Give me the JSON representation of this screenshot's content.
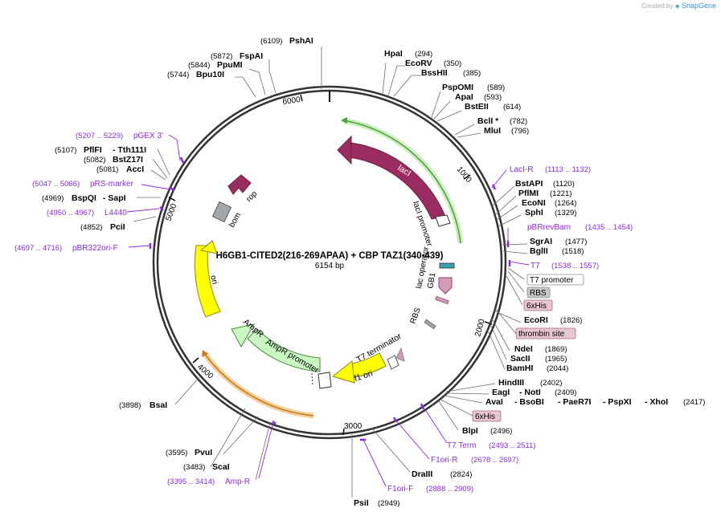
{
  "credit": {
    "prefix": "Created by",
    "brand": "SnapGene"
  },
  "plasmid": {
    "name": "H6GB1-CITED2(216-269APAA) + CBP TAZ1(340-439)",
    "length": "6154 bp"
  },
  "ruler": [
    {
      "label": "1000"
    },
    {
      "label": "2000"
    },
    {
      "label": "3000"
    },
    {
      "label": "4000"
    },
    {
      "label": "5000"
    },
    {
      "label": "6000"
    }
  ],
  "features": [
    {
      "name": "lacI",
      "color": "#9b2c61",
      "kind": "arc"
    },
    {
      "name": "lacI promoter",
      "color": "#ffffff",
      "kind": "arrowlabel"
    },
    {
      "name": "rop",
      "color": "#9b2c61",
      "kind": "arrow"
    },
    {
      "name": "bom",
      "color": "#a4a8ad",
      "kind": "box"
    },
    {
      "name": "ori",
      "color": "#ffff00",
      "kind": "arc"
    },
    {
      "name": "AmpR",
      "color": "#c9f7c3",
      "kind": "arc"
    },
    {
      "name": "AmpR promoter",
      "color": "#ffffff",
      "kind": "arrowlabel"
    },
    {
      "name": "f1 ori",
      "color": "#ffff00",
      "kind": "arc"
    },
    {
      "name": "T7 terminator",
      "color": "#a0a0a0",
      "kind": "mark"
    },
    {
      "name": "lac operator",
      "color": "#33a3a3",
      "kind": "mark"
    },
    {
      "name": "GB1",
      "color": "#d49ab8",
      "kind": "arrow"
    },
    {
      "name": "RBS",
      "color": "#a4a8ad",
      "kind": "mark"
    }
  ],
  "enzymes": [
    {
      "name": "PshAI",
      "pos": "(6109)"
    },
    {
      "name": "FspAI",
      "pos": "(5872)"
    },
    {
      "name": "PpuMI",
      "pos": "(5844)"
    },
    {
      "name": "Bpu10I",
      "pos": "(5744)"
    },
    {
      "name": "HpaI",
      "pos": "(294)"
    },
    {
      "name": "EcoRV",
      "pos": "(350)"
    },
    {
      "name": "BssHII",
      "pos": "(385)"
    },
    {
      "name": "PspOMI",
      "pos": "(589)"
    },
    {
      "name": "ApaI",
      "pos": "(593)"
    },
    {
      "name": "BstEII",
      "pos": "(614)"
    },
    {
      "name": "BclI *",
      "pos": "(782)"
    },
    {
      "name": "MluI",
      "pos": "(796)"
    },
    {
      "name": "BstAPI",
      "pos": "(1120)"
    },
    {
      "name": "PflMI",
      "pos": "(1221)"
    },
    {
      "name": "EcoNI",
      "pos": "(1264)"
    },
    {
      "name": "SphI",
      "pos": "(1329)"
    },
    {
      "name": "SgrAI",
      "pos": "(1477)"
    },
    {
      "name": "BglII",
      "pos": "(1518)"
    },
    {
      "name": "EcoRI",
      "pos": "(1826)"
    },
    {
      "name": "NdeI",
      "pos": "(1869)"
    },
    {
      "name": "SacII",
      "pos": "(1965)"
    },
    {
      "name": "BamHI",
      "pos": "(2044)"
    },
    {
      "name": "HindIII",
      "pos": "(2402)"
    },
    {
      "name": "BlpI",
      "pos": "(2496)"
    },
    {
      "name": "DraIII",
      "pos": "(2824)"
    },
    {
      "name": "PsiI",
      "pos": "(2949)"
    },
    {
      "name": "BsaI",
      "pos": "(3898)"
    },
    {
      "name": "PvuI",
      "pos": "(3595)"
    },
    {
      "name": "ScaI",
      "pos": "(3483)"
    },
    {
      "name": "PciI",
      "pos": "(4852)"
    },
    {
      "name": "AccI",
      "pos": "(5081)"
    }
  ],
  "enzyme_groups": {
    "pflfi": {
      "a": "PflFI",
      "b": "- Tth111I",
      "pos": "(5107)"
    },
    "bstz": {
      "a": "BstZ17I",
      "pos": "(5082)"
    },
    "bspqi": {
      "a": "BspQI",
      "b": "- SapI",
      "pos": "(4969)"
    },
    "eagi": {
      "a": "EagI",
      "b": "- NotI",
      "pos": "(2409)"
    },
    "avai": {
      "a": "AvaI",
      "b": "- BsoBI",
      "c": "- PaeR7I",
      "d": "- PspXI",
      "e": "- XhoI",
      "pos": "(2417)"
    }
  },
  "primers": [
    {
      "name": "pGEX 3'",
      "range": "(5207 .. 5229)"
    },
    {
      "name": "pRS-marker",
      "range": "(5047 .. 5066)"
    },
    {
      "name": "L4440",
      "range": "(4950 .. 4967)"
    },
    {
      "name": "pBR322ori-F",
      "range": "(4697 .. 4716)"
    },
    {
      "name": "LacI-R",
      "range": "(1113 .. 1132)"
    },
    {
      "name": "pBRrevBam",
      "range": "(1435 .. 1454)"
    },
    {
      "name": "T7",
      "range": "(1538 .. 1557)"
    },
    {
      "name": "T7 Term",
      "range": "(2493 .. 2511)"
    },
    {
      "name": "F1ori-R",
      "range": "(2678 .. 2697)"
    },
    {
      "name": "F1ori-F",
      "range": "(2888 .. 2909)"
    },
    {
      "name": "Amp-R",
      "range": "(3395 .. 3414)"
    }
  ],
  "boxed_labels": [
    {
      "name": "T7 promoter",
      "color": "#ffffff"
    },
    {
      "name": "RBS",
      "color": "#c8c8c8"
    },
    {
      "name": "6xHis",
      "color": "#e8c6d2"
    },
    {
      "name": "thrombin site",
      "color": "#e8c6d2"
    },
    {
      "name": "6xHis",
      "color": "#e8c6d2"
    }
  ]
}
